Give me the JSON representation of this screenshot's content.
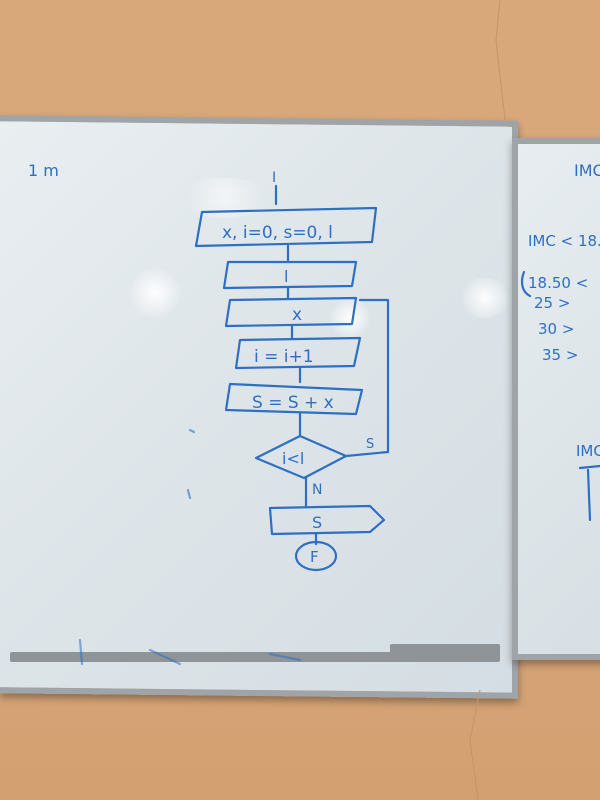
{
  "colors": {
    "wall": "#d8a77a",
    "board": "#e4eaee",
    "frame": "#9ea4a8",
    "marker_ink": "#2f6fc2"
  },
  "flowchart": {
    "start_label": "I",
    "input_box": "x, i=0, s=0, l",
    "read_box_1": "l",
    "read_box_2": "x",
    "assign_i": "i = i+1",
    "assign_s": "S = S + x",
    "decision": "i<l",
    "yes_label": "S",
    "no_label": "N",
    "output_box": "S",
    "end_label": "F"
  },
  "margin_mark": "1 m",
  "right_board": {
    "header": "IMC",
    "line1": "IMC < 18.",
    "row1": "18.50 <",
    "row2": "25  >",
    "row3": "30  >",
    "row4": "35  >",
    "footer": "IMC"
  }
}
